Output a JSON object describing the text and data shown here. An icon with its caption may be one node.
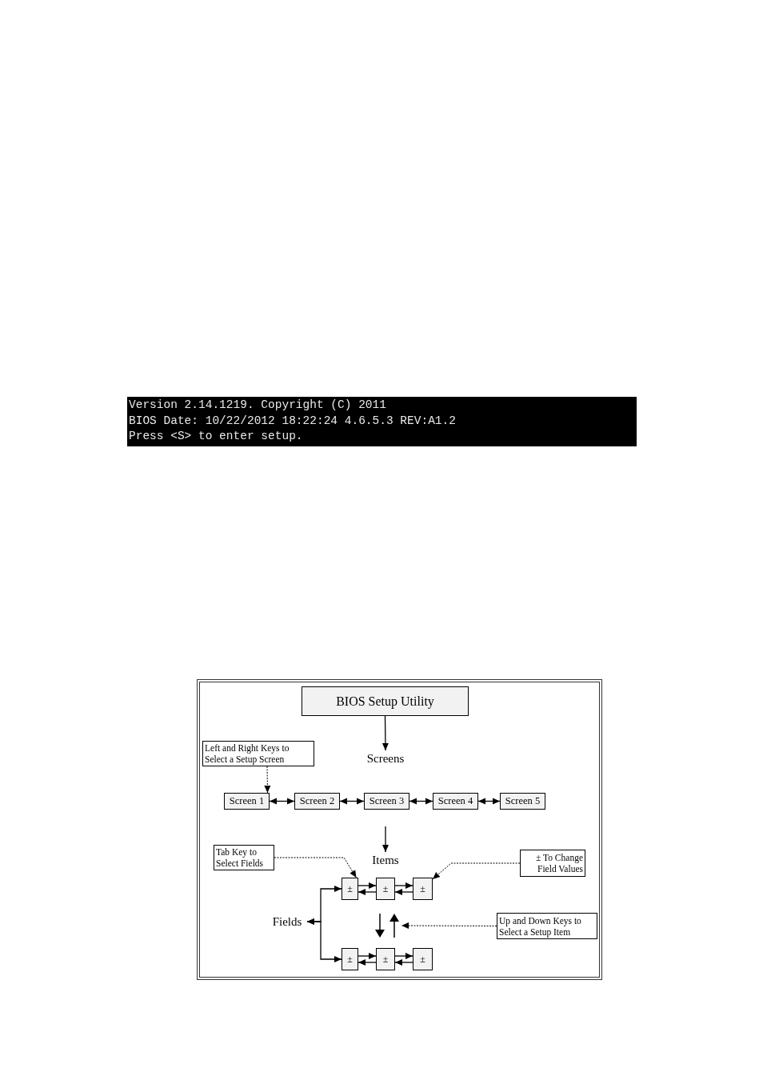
{
  "diagram": {
    "nodes": [
      {
        "text": [
          "Version 2.14.1219. Copyright (C) 2011",
          "BIOS Date: 10/22/2012 18:22:24 4.6.5.3 REV:A1.2",
          "Press <S> to enter setup."
        ]
      },
      {
        "text": [],
        "shape": "box"
      },
      {
        "text": [
          "BIOS Setup Utility"
        ],
        "in": 1
      },
      {
        "text": [
          "Screens"
        ],
        "in": 1
      },
      {
        "text": [
          "Left and Right Keys to Select a Setup Screen"
        ],
        "in": 1
      },
      {
        "text": [
          "Screen 1"
        ],
        "in": 1
      },
      {
        "text": [
          "Screen 2"
        ],
        "in": 1
      },
      {
        "text": [
          "Screen 3"
        ],
        "in": 1
      },
      {
        "text": [
          "Screen 4"
        ],
        "in": 1
      },
      {
        "text": [
          "Screen 5"
        ],
        "in": 1
      },
      {
        "text": [
          "Items"
        ],
        "in": 1
      },
      {
        "text": [
          "Tab Key to Select Fields"
        ],
        "in": 1
      },
      {
        "text": [
          "± To Change Field Values"
        ],
        "in": 1
      },
      {
        "text": [
          "±"
        ],
        "in": 1
      },
      {
        "text": [
          "±"
        ],
        "in": 1
      },
      {
        "text": [
          "±"
        ],
        "in": 1
      },
      {
        "text": [
          "Fields"
        ],
        "in": 1
      },
      {
        "text": [
          "Up and Down Keys to Select a Setup Item"
        ],
        "in": 1
      },
      {
        "text": [
          "±"
        ],
        "in": 1
      },
      {
        "text": [
          "±"
        ],
        "in": 1
      },
      {
        "text": [
          "±"
        ],
        "in": 1
      },
      {
        "text": [],
        "shape": "arrow",
        "in": 1
      }
    ],
    "edges": [
      {
        "from": 2,
        "to": 3,
        "arrow": "to"
      },
      {
        "from": null,
        "to": 10,
        "arrow": "to"
      },
      {
        "from": 4,
        "to": 5,
        "arrow": "to",
        "style": "dashed"
      },
      {
        "from": 5,
        "to": 6,
        "arrow": "both"
      },
      {
        "from": 6,
        "to": 7,
        "arrow": "both"
      },
      {
        "from": 7,
        "to": 8,
        "arrow": "both"
      },
      {
        "from": 8,
        "to": 9,
        "arrow": "both"
      },
      {
        "from": 11,
        "to": 13,
        "arrow": "to",
        "style": "dashed"
      },
      {
        "from": 12,
        "to": 15,
        "arrow": "to",
        "style": "dashed"
      },
      {
        "from": 17,
        "to": 21,
        "arrow": "to",
        "style": "dashed"
      },
      {
        "from": 13,
        "to": 14,
        "arrow": "to"
      },
      {
        "from": 14,
        "to": 13,
        "arrow": "to"
      },
      {
        "from": 14,
        "to": 15,
        "arrow": "to"
      },
      {
        "from": 15,
        "to": 14,
        "arrow": "to"
      },
      {
        "from": 18,
        "to": 19,
        "arrow": "to"
      },
      {
        "from": 19,
        "to": 18,
        "arrow": "to"
      },
      {
        "from": 19,
        "to": 20,
        "arrow": "to"
      },
      {
        "from": 20,
        "to": 19,
        "arrow": "to"
      },
      {
        "from": 16,
        "to": 13,
        "arrow": "both"
      },
      {
        "from": 16,
        "to": 18,
        "arrow": "both"
      }
    ]
  }
}
